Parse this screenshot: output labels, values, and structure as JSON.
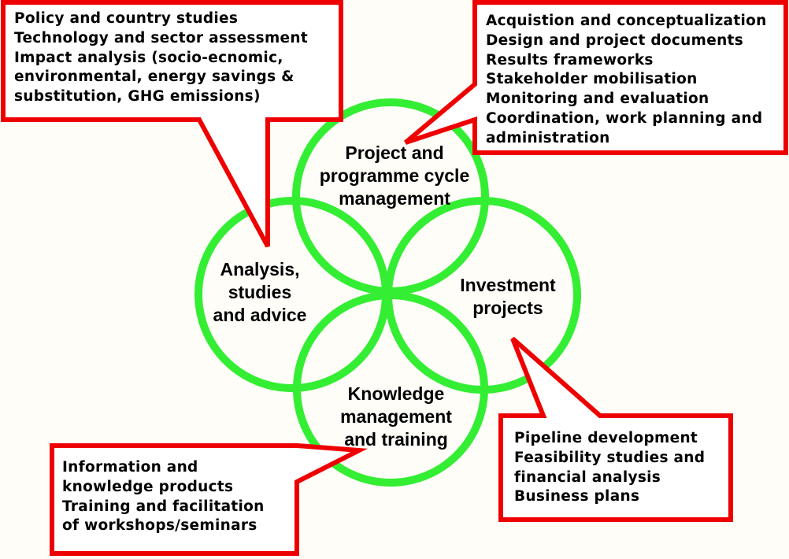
{
  "colors": {
    "background": "#fffdf7",
    "circle_stroke": "#33ee33",
    "callout_border": "#ee0000",
    "callout_fill": "#ffffff",
    "text": "#000000"
  },
  "circles": {
    "top": {
      "lines": [
        "Project and",
        "programme cycle",
        "management"
      ]
    },
    "left": {
      "lines": [
        "Analysis,",
        "studies",
        "and advice"
      ]
    },
    "right": {
      "lines": [
        "Investment",
        "projects"
      ]
    },
    "bottom": {
      "lines": [
        "Knowledge",
        "management",
        "and training"
      ]
    }
  },
  "callouts": {
    "top_left": {
      "lines": [
        "Policy and country studies",
        "Technology and sector assessment",
        "Impact analysis (socio-ecnomic,",
        "environmental, energy savings &",
        "substitution, GHG emissions)"
      ]
    },
    "top_right": {
      "lines": [
        "Acquistion and conceptualization",
        "Design and project documents",
        "Results frameworks",
        "Stakeholder mobilisation",
        "Monitoring and evaluation",
        "Coordination, work planning and",
        "administration"
      ]
    },
    "bottom_left": {
      "lines": [
        "Information and",
        "knowledge products",
        "Training and facilitation",
        "of workshops/seminars"
      ]
    },
    "bottom_right": {
      "lines": [
        "Pipeline development",
        "Feasibility studies and",
        "financial analysis",
        "Business plans"
      ]
    }
  }
}
